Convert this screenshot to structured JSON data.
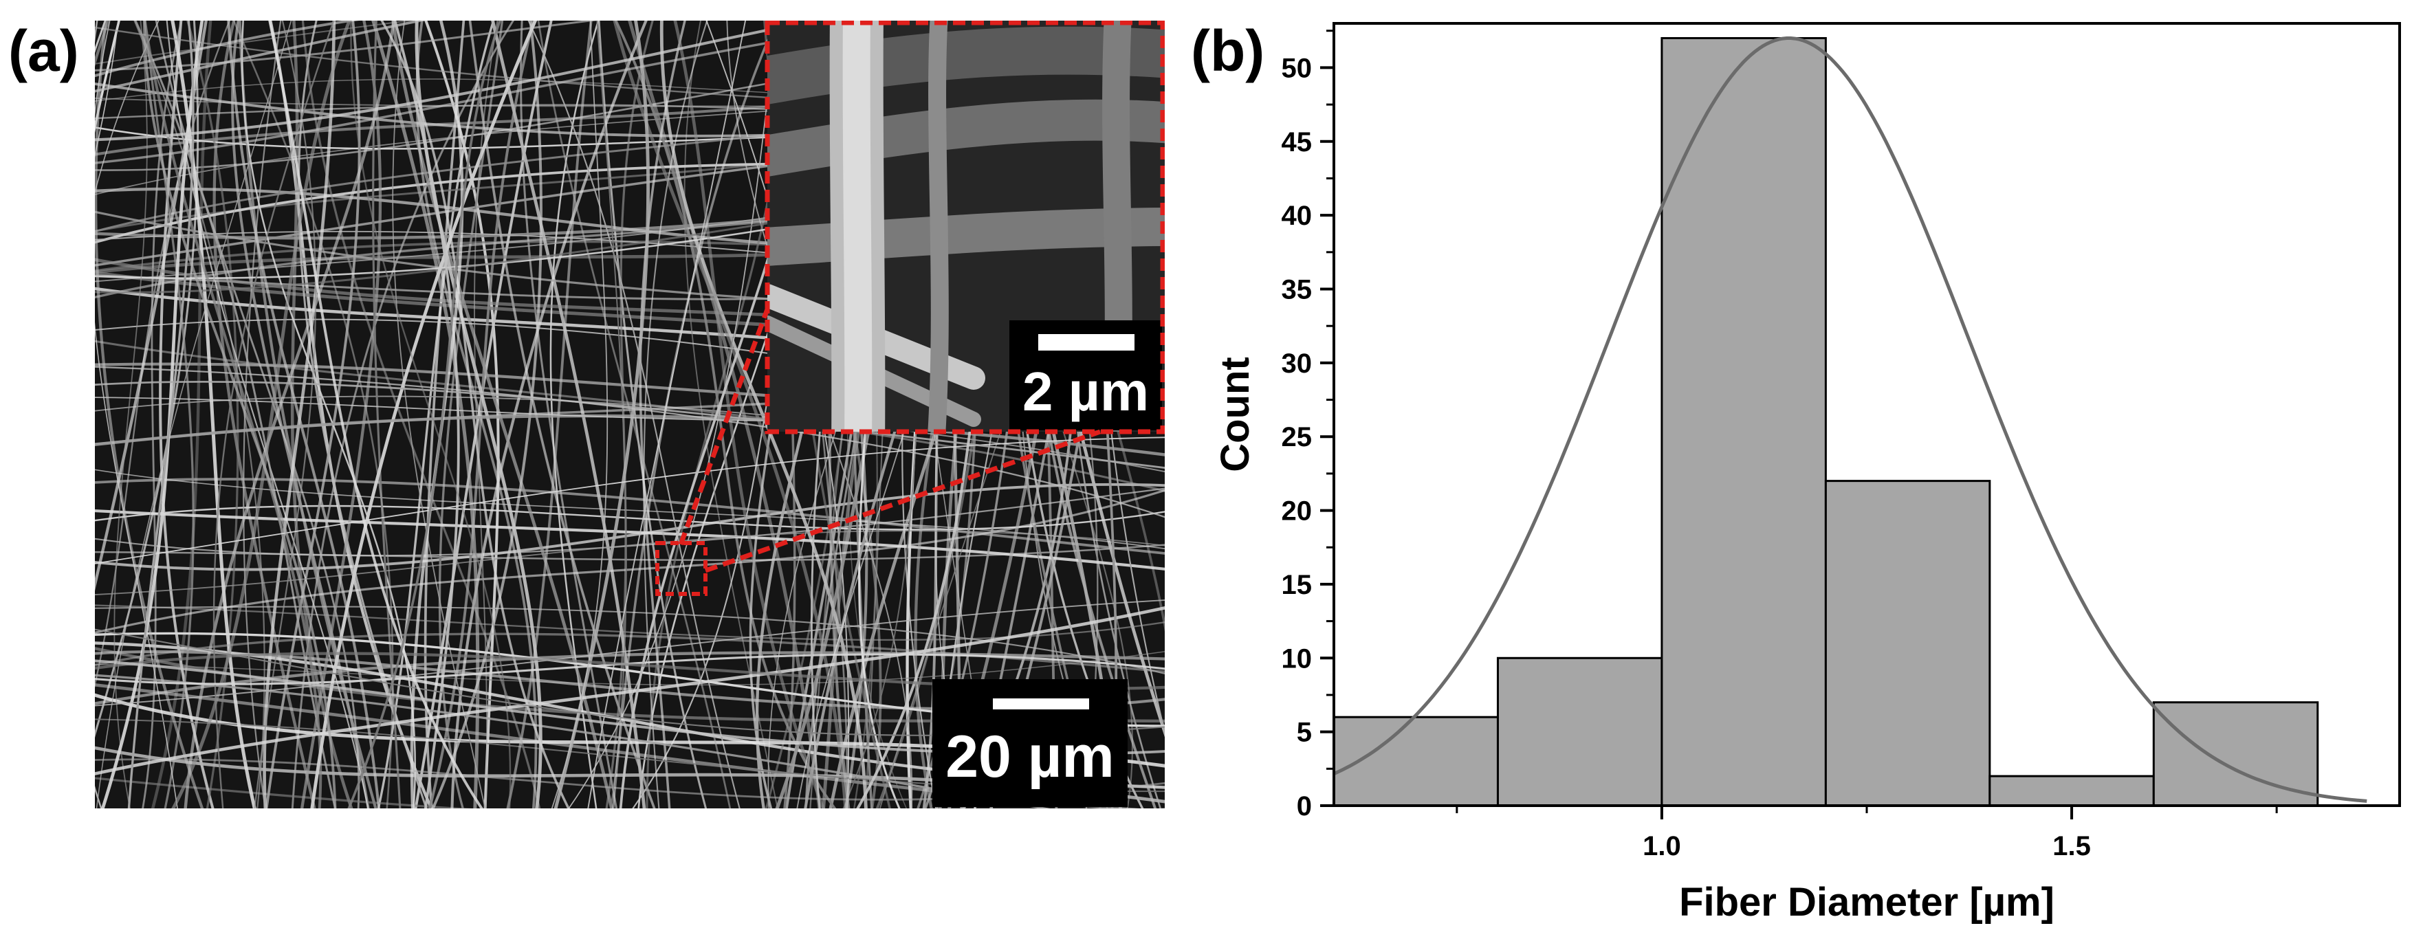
{
  "panel_a": {
    "label": "(a)",
    "scale_main": "20 µm",
    "scale_inset": "2 µm",
    "zoom_box_color": "#e0201c"
  },
  "panel_b": {
    "label": "(b)"
  },
  "chart_data": {
    "type": "bar",
    "subtype": "histogram",
    "xlabel": "Fiber Diameter [µm]",
    "ylabel": "Count",
    "xlim": [
      0.6,
      1.9
    ],
    "ylim": [
      0,
      53
    ],
    "xticks": [
      1.0,
      1.5
    ],
    "xtick_labels": [
      "1.0",
      "1.5"
    ],
    "yticks": [
      0,
      5,
      10,
      15,
      20,
      25,
      30,
      35,
      40,
      45,
      50
    ],
    "ytick_labels": [
      "0",
      "5",
      "10",
      "15",
      "20",
      "25",
      "30",
      "35",
      "40",
      "45",
      "50"
    ],
    "bins": [
      {
        "from": 0.6,
        "to": 0.8,
        "count": 6
      },
      {
        "from": 0.8,
        "to": 1.0,
        "count": 10
      },
      {
        "from": 1.0,
        "to": 1.2,
        "count": 52
      },
      {
        "from": 1.2,
        "to": 1.4,
        "count": 22
      },
      {
        "from": 1.4,
        "to": 1.6,
        "count": 2
      },
      {
        "from": 1.6,
        "to": 1.8,
        "count": 7
      }
    ],
    "fit": {
      "type": "gaussian",
      "mean": 1.155,
      "peak": 52,
      "sigma": 0.22,
      "from": 0.6,
      "to": 1.86
    },
    "bar_color": "#a6a6a6",
    "fit_color": "#6b6b6b",
    "grid": false,
    "legend": "none"
  }
}
